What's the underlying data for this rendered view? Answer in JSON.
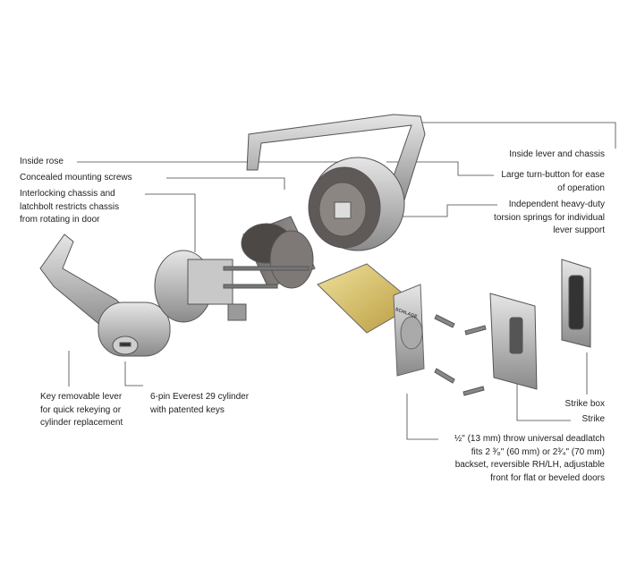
{
  "labels": {
    "inside_rose": "Inside rose",
    "concealed_screws": "Concealed mounting screws",
    "interlocking": [
      "Interlocking chassis and",
      "latchbolt restricts chassis",
      "from rotating in door"
    ],
    "inside_lever": "Inside lever and chassis",
    "turn_button": [
      "Large turn-button for ease",
      "of operation"
    ],
    "torsion_springs": [
      "Independent heavy-duty",
      "torsion springs for individual",
      "lever support"
    ],
    "strike_box": "Strike box",
    "strike": "Strike",
    "deadlatch": [
      "½\" (13 mm) throw universal deadlatch",
      "fits 2 ³⁄₈\" (60 mm) or 2³⁄₄\" (70 mm)",
      "backset, reversible RH/LH, adjustable",
      "front for flat or beveled doors"
    ],
    "key_lever": [
      "Key removable lever",
      "for quick rekeying or",
      "cylinder replacement"
    ],
    "cylinder": [
      "6-pin Everest 29 cylinder",
      "with patented keys"
    ]
  },
  "brand_mark": "SCHLAGE"
}
